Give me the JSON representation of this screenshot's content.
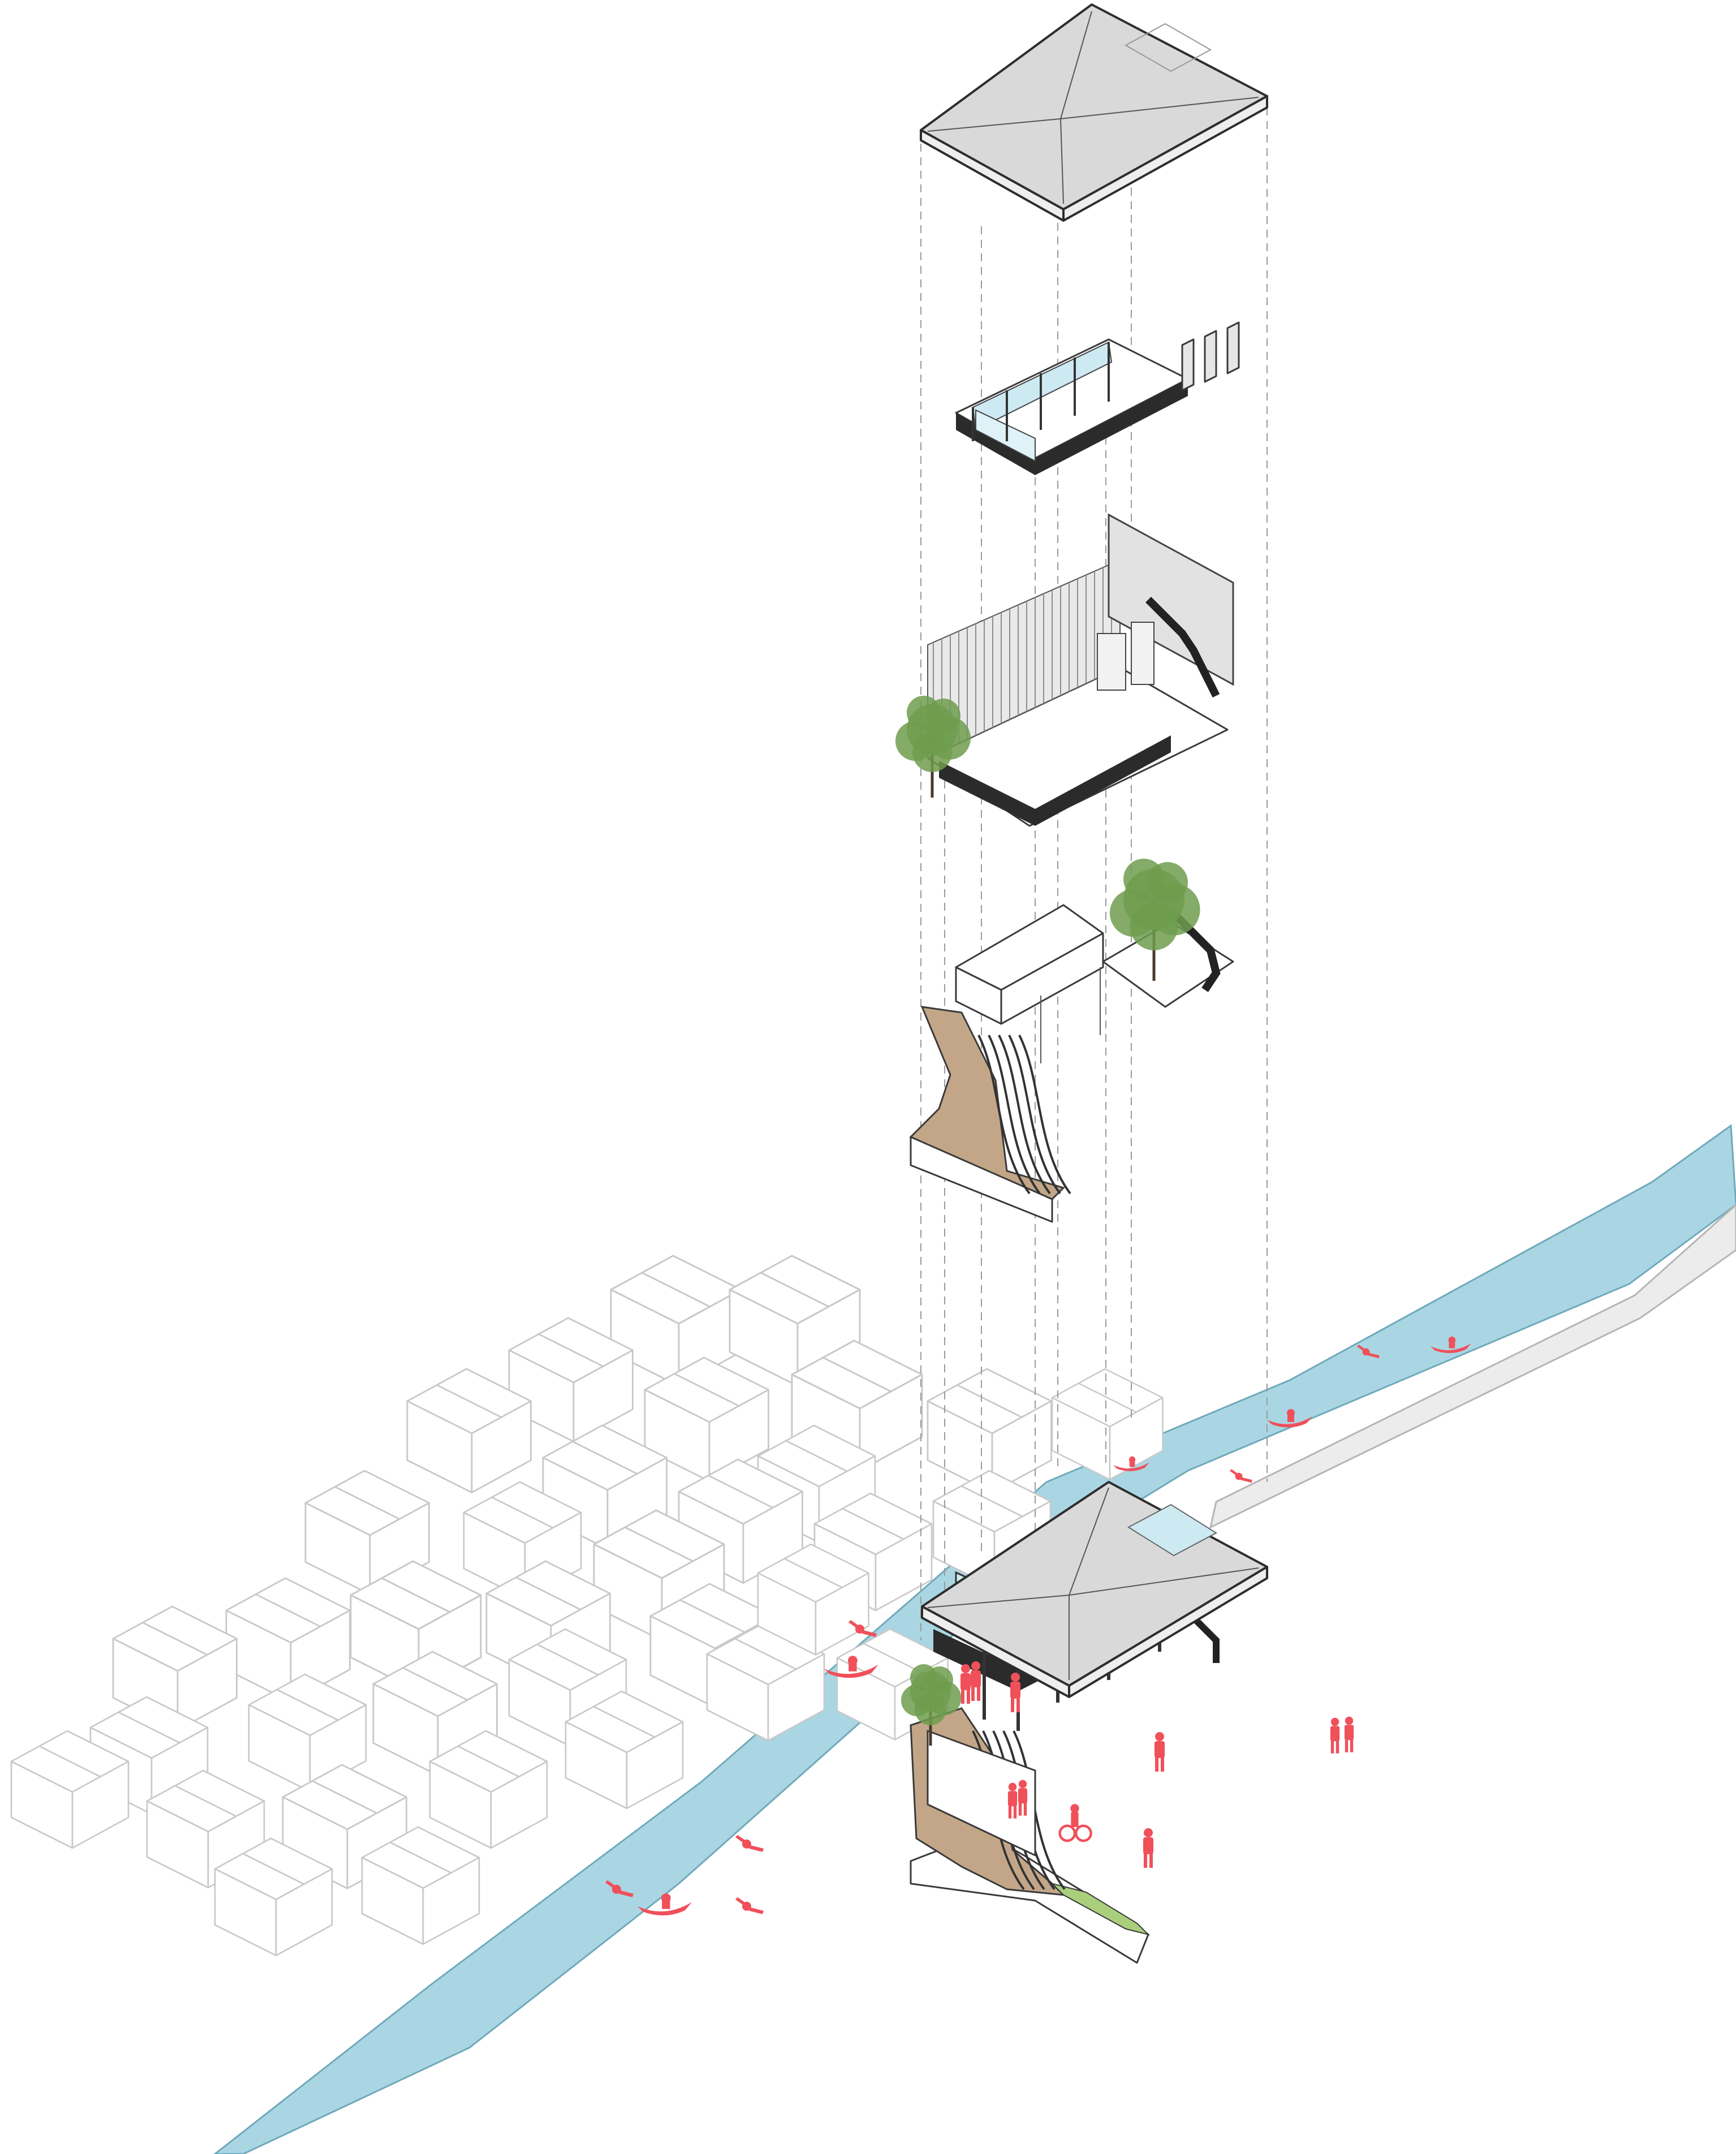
{
  "colors": {
    "water": "#aad6e3",
    "water_edge": "#6fa9bb",
    "wood": "#c3a688",
    "grass": "#a9cf7c",
    "figure": "#f0505a",
    "glass": "#cdeaf3",
    "roof": "#dadada",
    "tree": "#6f9c4e"
  },
  "layers": [
    "roof",
    "upper-floor",
    "main-floor",
    "ground-floor",
    "stepped-landing",
    "assembled-building"
  ],
  "icons": [
    "person-icon",
    "cyclist-icon",
    "boat-icon",
    "swimmer-icon",
    "tree-icon"
  ]
}
